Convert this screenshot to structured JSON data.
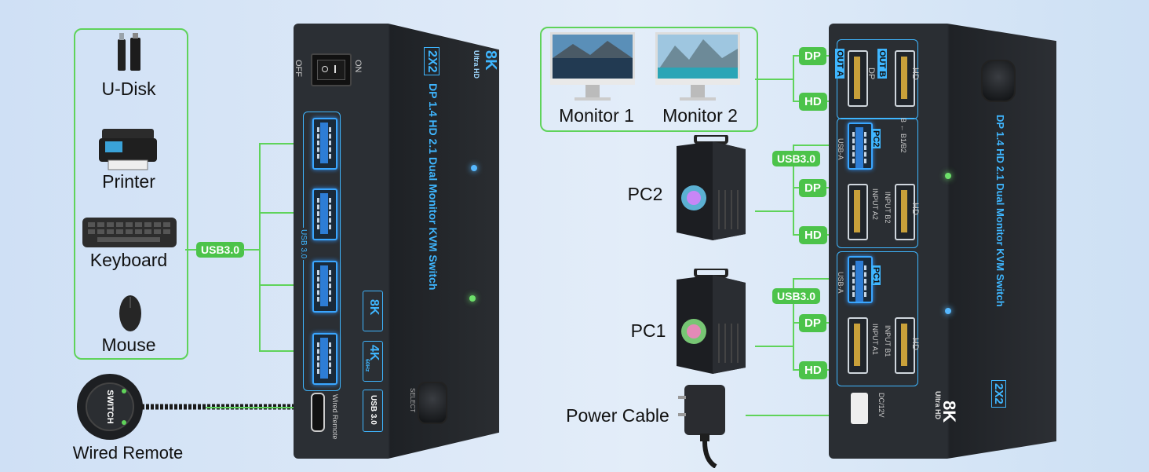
{
  "left_panel": {
    "peripherals": [
      {
        "label": "U-Disk",
        "icon": "usb-stick-icon"
      },
      {
        "label": "Printer",
        "icon": "printer-icon"
      },
      {
        "label": "Keyboard",
        "icon": "keyboard-icon"
      },
      {
        "label": "Mouse",
        "icon": "mouse-icon"
      }
    ],
    "usb_tag": "USB3.0",
    "wired_remote_label": "Wired Remote",
    "remote_button_text": "SWITCH"
  },
  "front_device": {
    "off_label": "OFF",
    "on_label": "ON",
    "brand_top": "8K",
    "brand_sub": "Ultra HD",
    "model_badge": "2X2",
    "model_name": "DP 1.4 HD 2.1 Dual Monitor KVM Switch",
    "usb_side_label": "USB 3.0",
    "badge_8k": "8K",
    "badge_4k": "4K",
    "badge_4k_sub": "60Hz",
    "badge_usb": "USB 3.0",
    "remote_port_label": "Wired Remote",
    "select_label": "SELECT"
  },
  "right_panel": {
    "monitors": [
      {
        "label": "Monitor 1"
      },
      {
        "label": "Monitor 2"
      }
    ],
    "pcs": [
      {
        "label": "PC2"
      },
      {
        "label": "PC1"
      }
    ],
    "power_label": "Power Cable",
    "tags": {
      "dp": "DP",
      "hd": "HD",
      "usb": "USB3.0"
    }
  },
  "back_device": {
    "out_a": "OUT A",
    "out_b": "OUT B",
    "dp_label": "DP",
    "hd_label": "HD",
    "pc2_label": "PC2",
    "pc1_label": "PC1",
    "usb_a": "USB-A",
    "input_a2": "INPUT A2",
    "input_b2": "INPUT B2",
    "input_a1": "INPUT A1",
    "input_b1": "INPUT B1",
    "b_arrow": "B ← B1/B2",
    "dc_label": "DC/12V",
    "model_name": "DP 1.4 HD 2.1 Dual Monitor KVM Switch",
    "model_badge": "2X2",
    "brand_top": "8K",
    "brand_sub": "Ultra HD"
  },
  "colors": {
    "green": "#5fd35a",
    "tag_green": "#4cc34a",
    "device_body": "#2a2e33",
    "accent_blue": "#3fb6ff"
  }
}
